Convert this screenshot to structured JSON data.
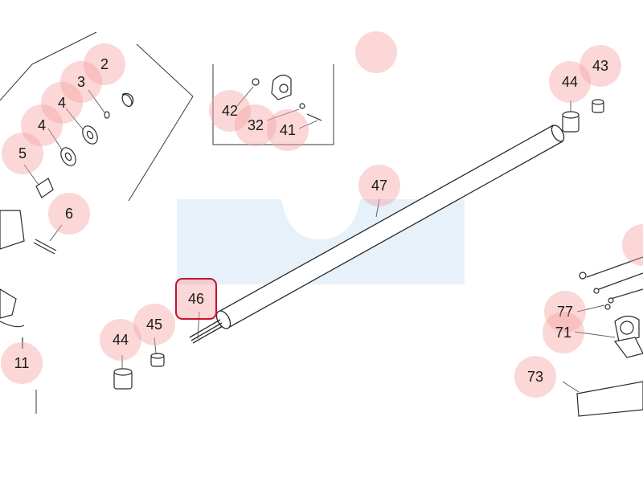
{
  "diagram": {
    "selected_part": "46",
    "highlight_color": "#c8102e",
    "callout_color": "#f5a0a0",
    "watermark_color": "#e6f1fa"
  },
  "callouts": {
    "c1": "2",
    "c3": "3",
    "c4a": "4",
    "c4b": "4",
    "c5": "5",
    "c6": "6",
    "c11": "11",
    "c42": "42",
    "c32": "32",
    "c41": "41",
    "c44_top": "44",
    "c43": "43",
    "c47": "47",
    "c46": "46",
    "c45": "45",
    "c44_bottom": "44",
    "c77": "77",
    "c71": "71",
    "c73": "73"
  }
}
